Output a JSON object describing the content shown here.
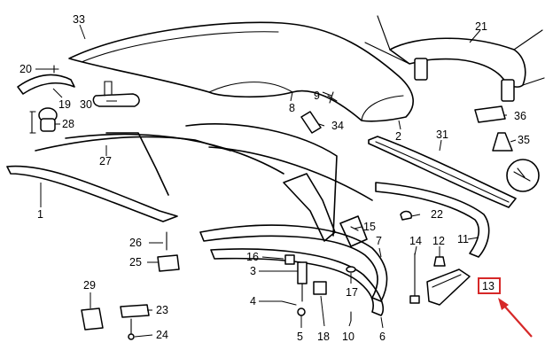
{
  "diagram": {
    "callouts": [
      "33",
      "21",
      "20",
      "19",
      "30",
      "9",
      "8",
      "36",
      "28",
      "34",
      "2",
      "31",
      "35",
      "27",
      "1",
      "22",
      "14",
      "12",
      "11",
      "7",
      "26",
      "16",
      "15",
      "25",
      "3",
      "13",
      "29",
      "4",
      "17",
      "23",
      "5",
      "18",
      "10",
      "6",
      "24"
    ],
    "highlighted_part": "13",
    "colors": {
      "ink": "#000000",
      "highlight": "#d62828",
      "background": "#ffffff"
    }
  }
}
